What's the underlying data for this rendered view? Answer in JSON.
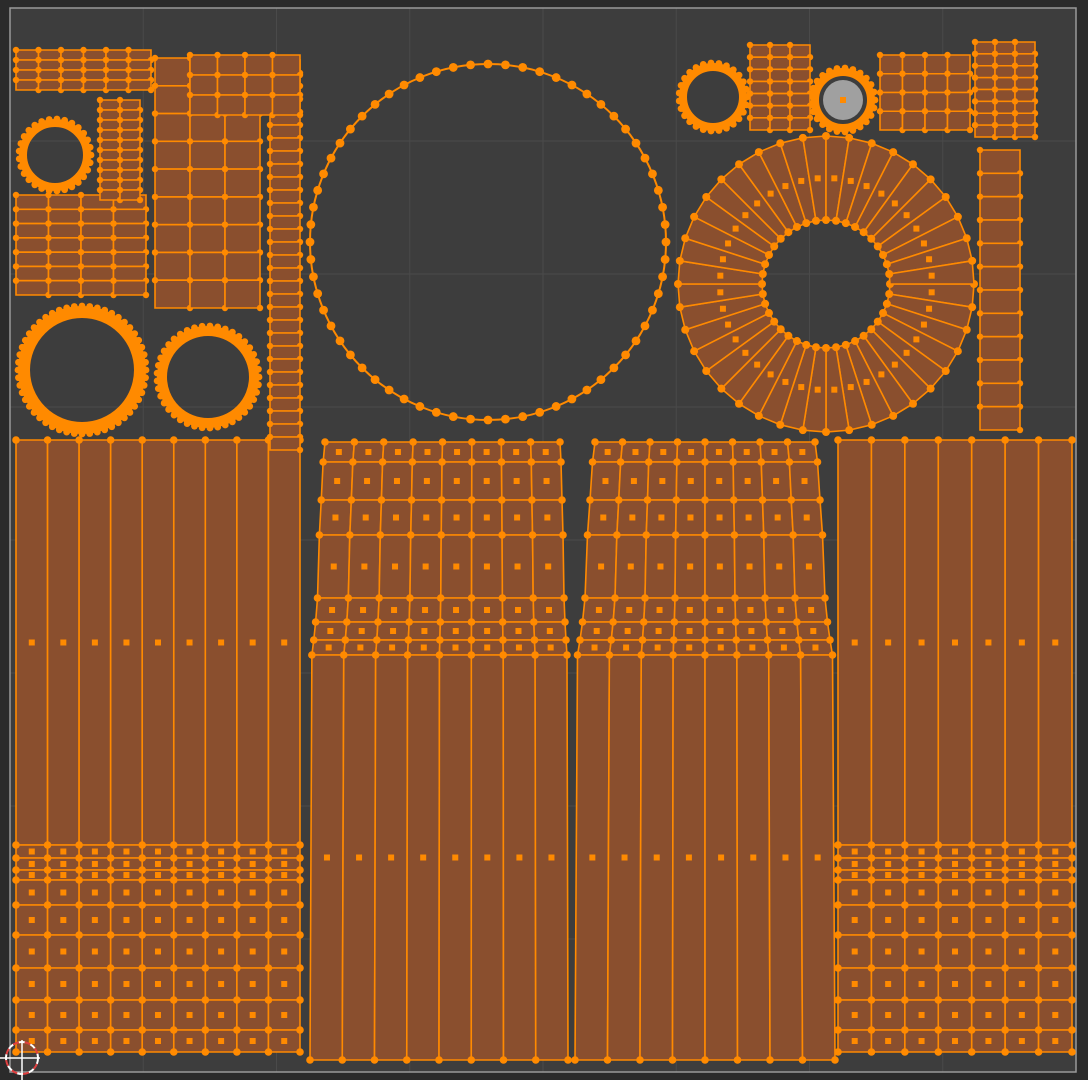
{
  "editor": {
    "type": "uv-editor",
    "grid_divisions": 8,
    "theme": {
      "background": "#2b2b2b",
      "uv_area": "#3d3d3d",
      "grid_line": "#4a4a4a",
      "border": "#9a9a9a",
      "selected_edge": "#ff8a00",
      "selected_face": "#8a4f2e",
      "face_dot": "#ff8a00",
      "vertex": "#ff8a00",
      "hub_fill": "#a0a0a0",
      "cursor": "#ffffff",
      "cursor_accent": "#e04040"
    }
  },
  "islands": [
    {
      "id": "column-left-tall",
      "kind": "strip-grid"
    },
    {
      "id": "column-center-left",
      "kind": "strip-grid"
    },
    {
      "id": "column-center-right",
      "kind": "strip-grid"
    },
    {
      "id": "column-right-tall",
      "kind": "strip-grid"
    },
    {
      "id": "big-circle",
      "kind": "ring-outline"
    },
    {
      "id": "disc-annulus",
      "kind": "annulus-faces"
    },
    {
      "id": "small-rings",
      "kind": "ring-outline"
    },
    {
      "id": "small-strips",
      "kind": "strip-grid"
    }
  ],
  "cursor": {
    "name": "2d-cursor"
  }
}
